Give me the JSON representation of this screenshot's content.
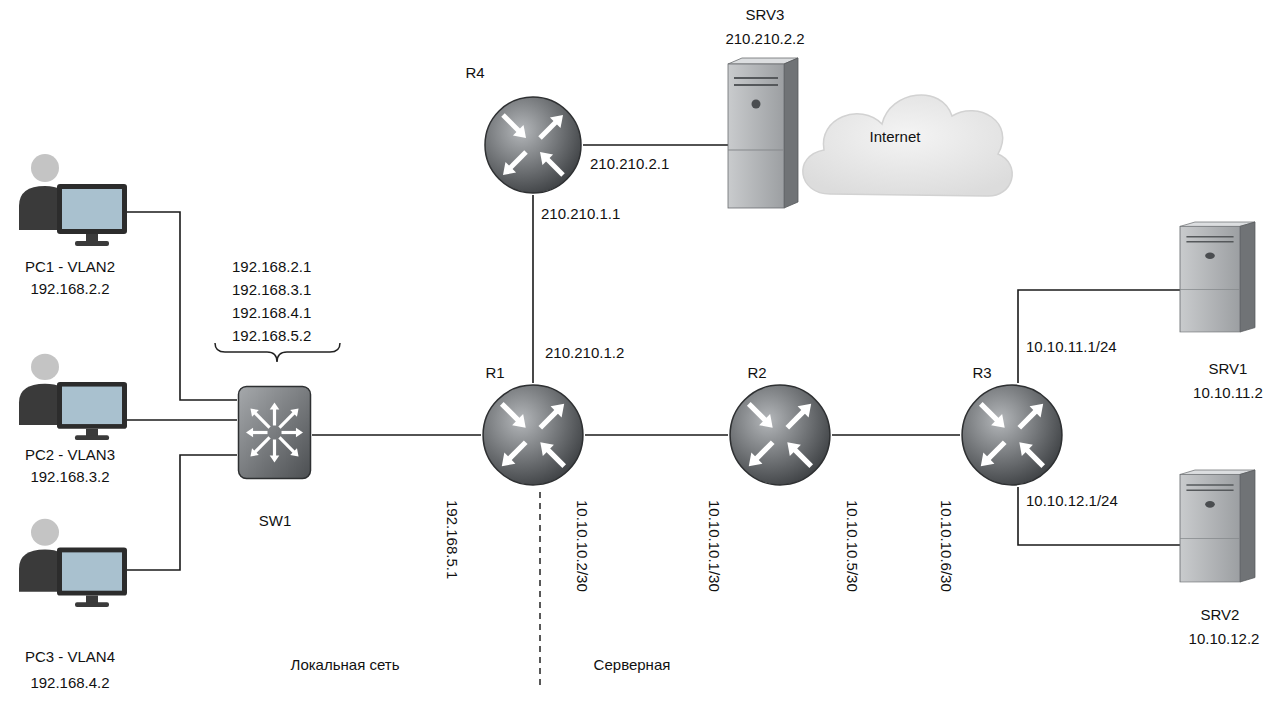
{
  "diagram": {
    "nodes": [
      {
        "text": [
          "R4"
        ]
      },
      {
        "text": [
          "SRV3",
          "210.210.2.2"
        ]
      },
      {
        "text": [
          "Internet"
        ]
      },
      {
        "text": [
          "PC1 - VLAN2",
          "192.168.2.2"
        ]
      },
      {
        "text": [
          "PC2 - VLAN3",
          "192.168.3.2"
        ]
      },
      {
        "text": [
          "PC3 - VLAN4",
          "192.168.4.2"
        ]
      },
      {
        "text": [
          "SW1"
        ]
      },
      {
        "text": [
          "R1"
        ]
      },
      {
        "text": [
          "R2"
        ]
      },
      {
        "text": [
          "R3"
        ]
      },
      {
        "text": [
          "SRV1",
          "10.10.11.2"
        ]
      },
      {
        "text": [
          "SRV2",
          "10.10.12.2"
        ]
      }
    ],
    "edges": [
      {
        "from": 3,
        "to": 6,
        "arrow": "none"
      },
      {
        "from": 4,
        "to": 6,
        "arrow": "none"
      },
      {
        "from": 5,
        "to": 6,
        "arrow": "none"
      },
      {
        "from": 6,
        "to": 7,
        "arrow": "none"
      },
      {
        "from": 0,
        "to": 7,
        "arrow": "none"
      },
      {
        "from": 0,
        "to": 1,
        "arrow": "none"
      },
      {
        "from": 7,
        "to": 8,
        "arrow": "none"
      },
      {
        "from": 8,
        "to": 9,
        "arrow": "none"
      },
      {
        "from": 9,
        "to": 10,
        "arrow": "none"
      },
      {
        "from": 9,
        "to": 11,
        "arrow": "none"
      }
    ],
    "labels": [
      "210.210.2.1",
      "210.210.1.1",
      "192.168.2.1",
      "192.168.3.1",
      "192.168.4.1",
      "192.168.5.2",
      "210.210.1.2",
      "192.168.5.1",
      "10.10.10.2/30",
      "10.10.10.1/30",
      "10.10.10.5/30",
      "10.10.10.6/30",
      "10.10.11.1/24",
      "10.10.12.1/24",
      "Локальная сеть",
      "Серверная"
    ]
  }
}
